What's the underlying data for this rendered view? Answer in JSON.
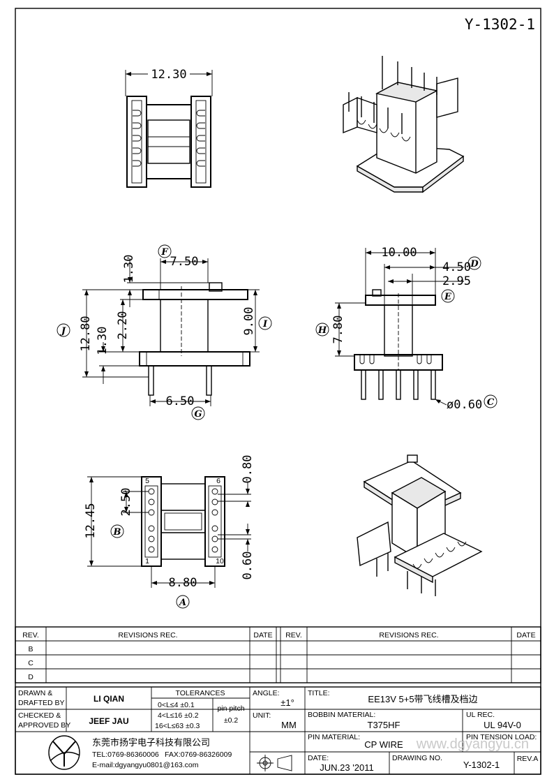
{
  "drawing_code": "Y-1302-1",
  "watermark": "www.dgyangyu.cn",
  "top_view": {
    "width_dim": "12.30"
  },
  "front_view": {
    "dims": {
      "d750": "7.50",
      "d130a": "1.30",
      "d220": "2.20",
      "d1280": "12.80",
      "d130b": "1.30",
      "d900": "9.00",
      "d650": "6.50"
    },
    "labels": {
      "F": "F",
      "J": "J",
      "I": "I",
      "G": "G"
    }
  },
  "side_view": {
    "dims": {
      "d1000": "10.00",
      "d450": "4.50",
      "d295": "2.95",
      "d780": "7.80",
      "d060": "ø0.60"
    },
    "labels": {
      "D": "D",
      "E": "E",
      "H": "H",
      "C": "C"
    }
  },
  "bottom_view": {
    "dims": {
      "d080": "0.80",
      "d250": "2.50",
      "d1245": "12.45",
      "d060": "0.60",
      "d880": "8.80"
    },
    "labels": {
      "B": "B",
      "A": "A"
    },
    "pins": {
      "p5": "5",
      "p6": "6",
      "p1": "1",
      "p10": "10"
    }
  },
  "revisions": {
    "headers": {
      "rev": "REV.",
      "revisions": "REVISIONS    REC.",
      "date": "DATE"
    },
    "rows": [
      "B",
      "C",
      "D"
    ]
  },
  "title_block": {
    "drawn_label": "DRAWN  &\nDRAFTED  BY",
    "drawn_l1": "DRAWN  &",
    "drawn_l2": "DRAFTED  BY",
    "drawn_value": "LI QIAN",
    "checked_l1": "CHECKED  &",
    "checked_l2": "APPROVED  BY",
    "checked_value": "JEEF JAU",
    "tolerances_label": "TOLERANCES",
    "tol1": "0<L≤4    ±0.1",
    "tol2": "4<L≤16  ±0.2",
    "tol3": "16<L≤63  ±0.3",
    "pin_pitch_label": "pin  pitch",
    "pin_pitch_value": "±0.2",
    "angle_label": "ANGLE:",
    "angle_value": "±1°",
    "unit_label": "UNIT:",
    "unit_value": "MM",
    "title_label": "TITLE:",
    "title_value": "EE13V  5+5带飞线槽及档边",
    "bobbin_label": "BOBBIN  MATERIAL:",
    "bobbin_value": "T375HF",
    "ul_label": "UL  REC.",
    "ul_value": "UL  94V-0",
    "pin_material_label": "PIN  MATERIAL:",
    "pin_material_value": "CP  WIRE",
    "pin_tension_label": "PIN  TENSION  LOAD:",
    "date_label": "DATE:",
    "date_value": "JUN.23  '2011",
    "drawing_no_label": "DRAWING  NO.",
    "drawing_no_value": "Y-1302-1",
    "rev_label": "REV.A",
    "company_name": "东莞市扬宇电子科技有限公司",
    "company_tel": "TEL:0769-86360006",
    "company_fax": "FAX:0769-86326009",
    "company_email": "E-mail:dgyangyu0801@163.com"
  }
}
